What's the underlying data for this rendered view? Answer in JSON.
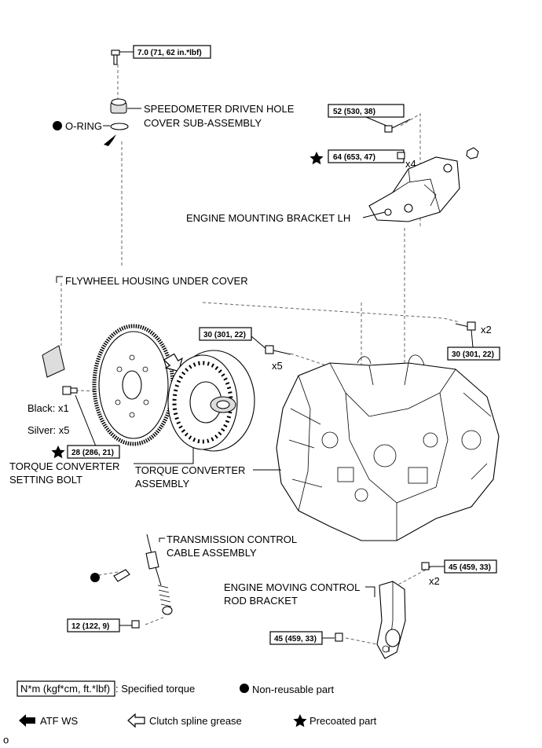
{
  "torque": {
    "speedo_bolt": "7.0 (71, 62 in.*lbf)",
    "bracket_bolt_top": "52 (530, 38)",
    "bracket_bolt_x4": "64 (653, 47)",
    "housing_bolt_x5": "30 (301, 22)",
    "housing_bolt_x2": "30 (301, 22)",
    "converter_bolt": "28 (286, 21)",
    "cable_nut": "12 (122, 9)",
    "rod_bracket_top": "45 (459, 33)",
    "rod_bracket_bottom": "45 (459, 33)"
  },
  "counts": {
    "x4": "x4",
    "x5": "x5",
    "x2_housing": "x2",
    "x2_rod": "x2",
    "black": "Black: x1",
    "silver": "Silver: x5"
  },
  "labels": {
    "speedo_l1": "SPEEDOMETER DRIVEN HOLE",
    "speedo_l2": "COVER SUB-ASSEMBLY",
    "oring": "O-RING",
    "bracket_lh": "ENGINE MOUNTING BRACKET LH",
    "flywheel_cover": "FLYWHEEL HOUSING UNDER COVER",
    "tc_bolt_l1": "TORQUE CONVERTER",
    "tc_bolt_l2": "SETTING BOLT",
    "tc_asm_l1": "TORQUE CONVERTER",
    "tc_asm_l2": "ASSEMBLY",
    "cable_l1": "TRANSMISSION CONTROL",
    "cable_l2": "CABLE ASSEMBLY",
    "rod_l1": "ENGINE MOVING CONTROL",
    "rod_l2": "ROD BRACKET"
  },
  "legend": {
    "unit_box": "N*m (kgf*cm, ft.*lbf)",
    "unit_text": ": Specified torque",
    "non_reusable": "Non-reusable part",
    "atf": "ATF WS",
    "grease": "Clutch spline grease",
    "precoated": "Precoated part"
  },
  "footer": "o"
}
